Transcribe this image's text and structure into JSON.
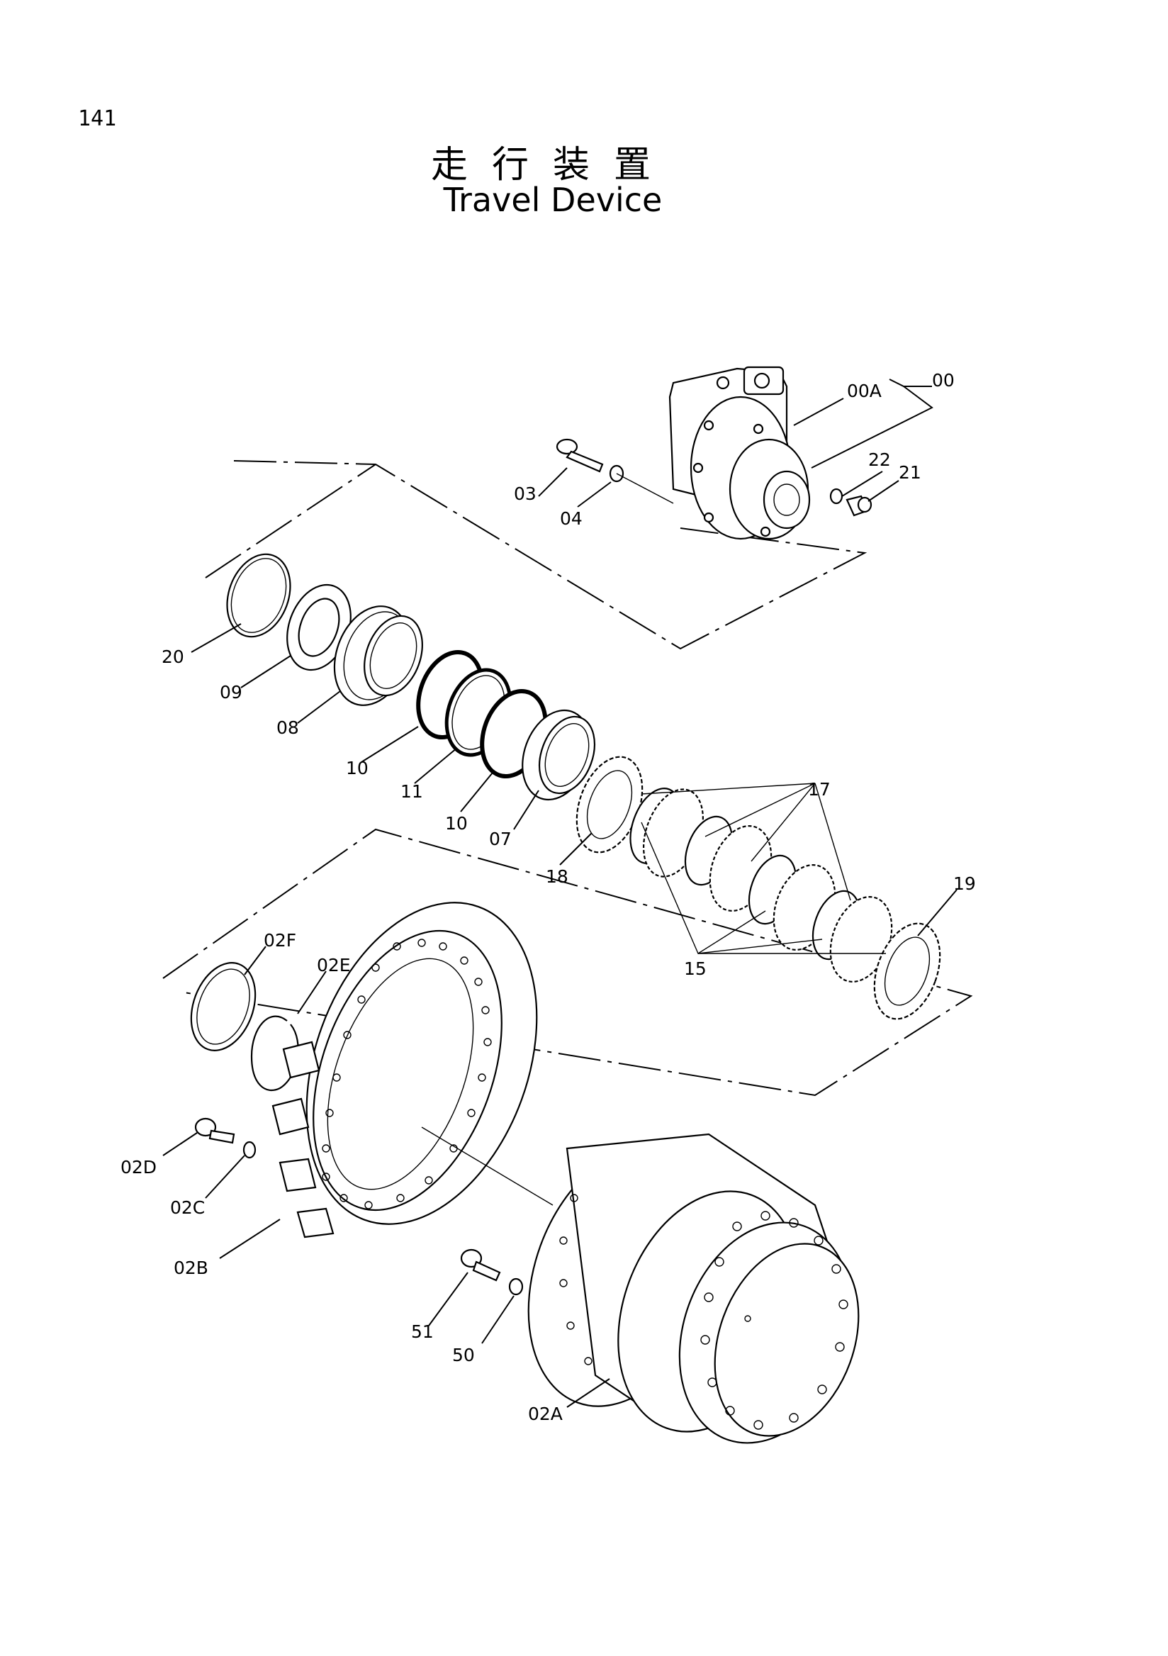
{
  "page_number": "141",
  "title_jp": "走行装置",
  "title_en": "Travel Device",
  "labels": {
    "l00": "00",
    "l00A": "00A",
    "l03": "03",
    "l04": "04",
    "l22": "22",
    "l21": "21",
    "l20": "20",
    "l09": "09",
    "l08": "08",
    "l10a": "10",
    "l11": "11",
    "l10b": "10",
    "l07": "07",
    "l18": "18",
    "l17": "17",
    "l15": "15",
    "l19": "19",
    "l02F": "02F",
    "l02E": "02E",
    "l02D": "02D",
    "l02C": "02C",
    "l02B": "02B",
    "l51": "51",
    "l50": "50",
    "l02A": "02A"
  }
}
